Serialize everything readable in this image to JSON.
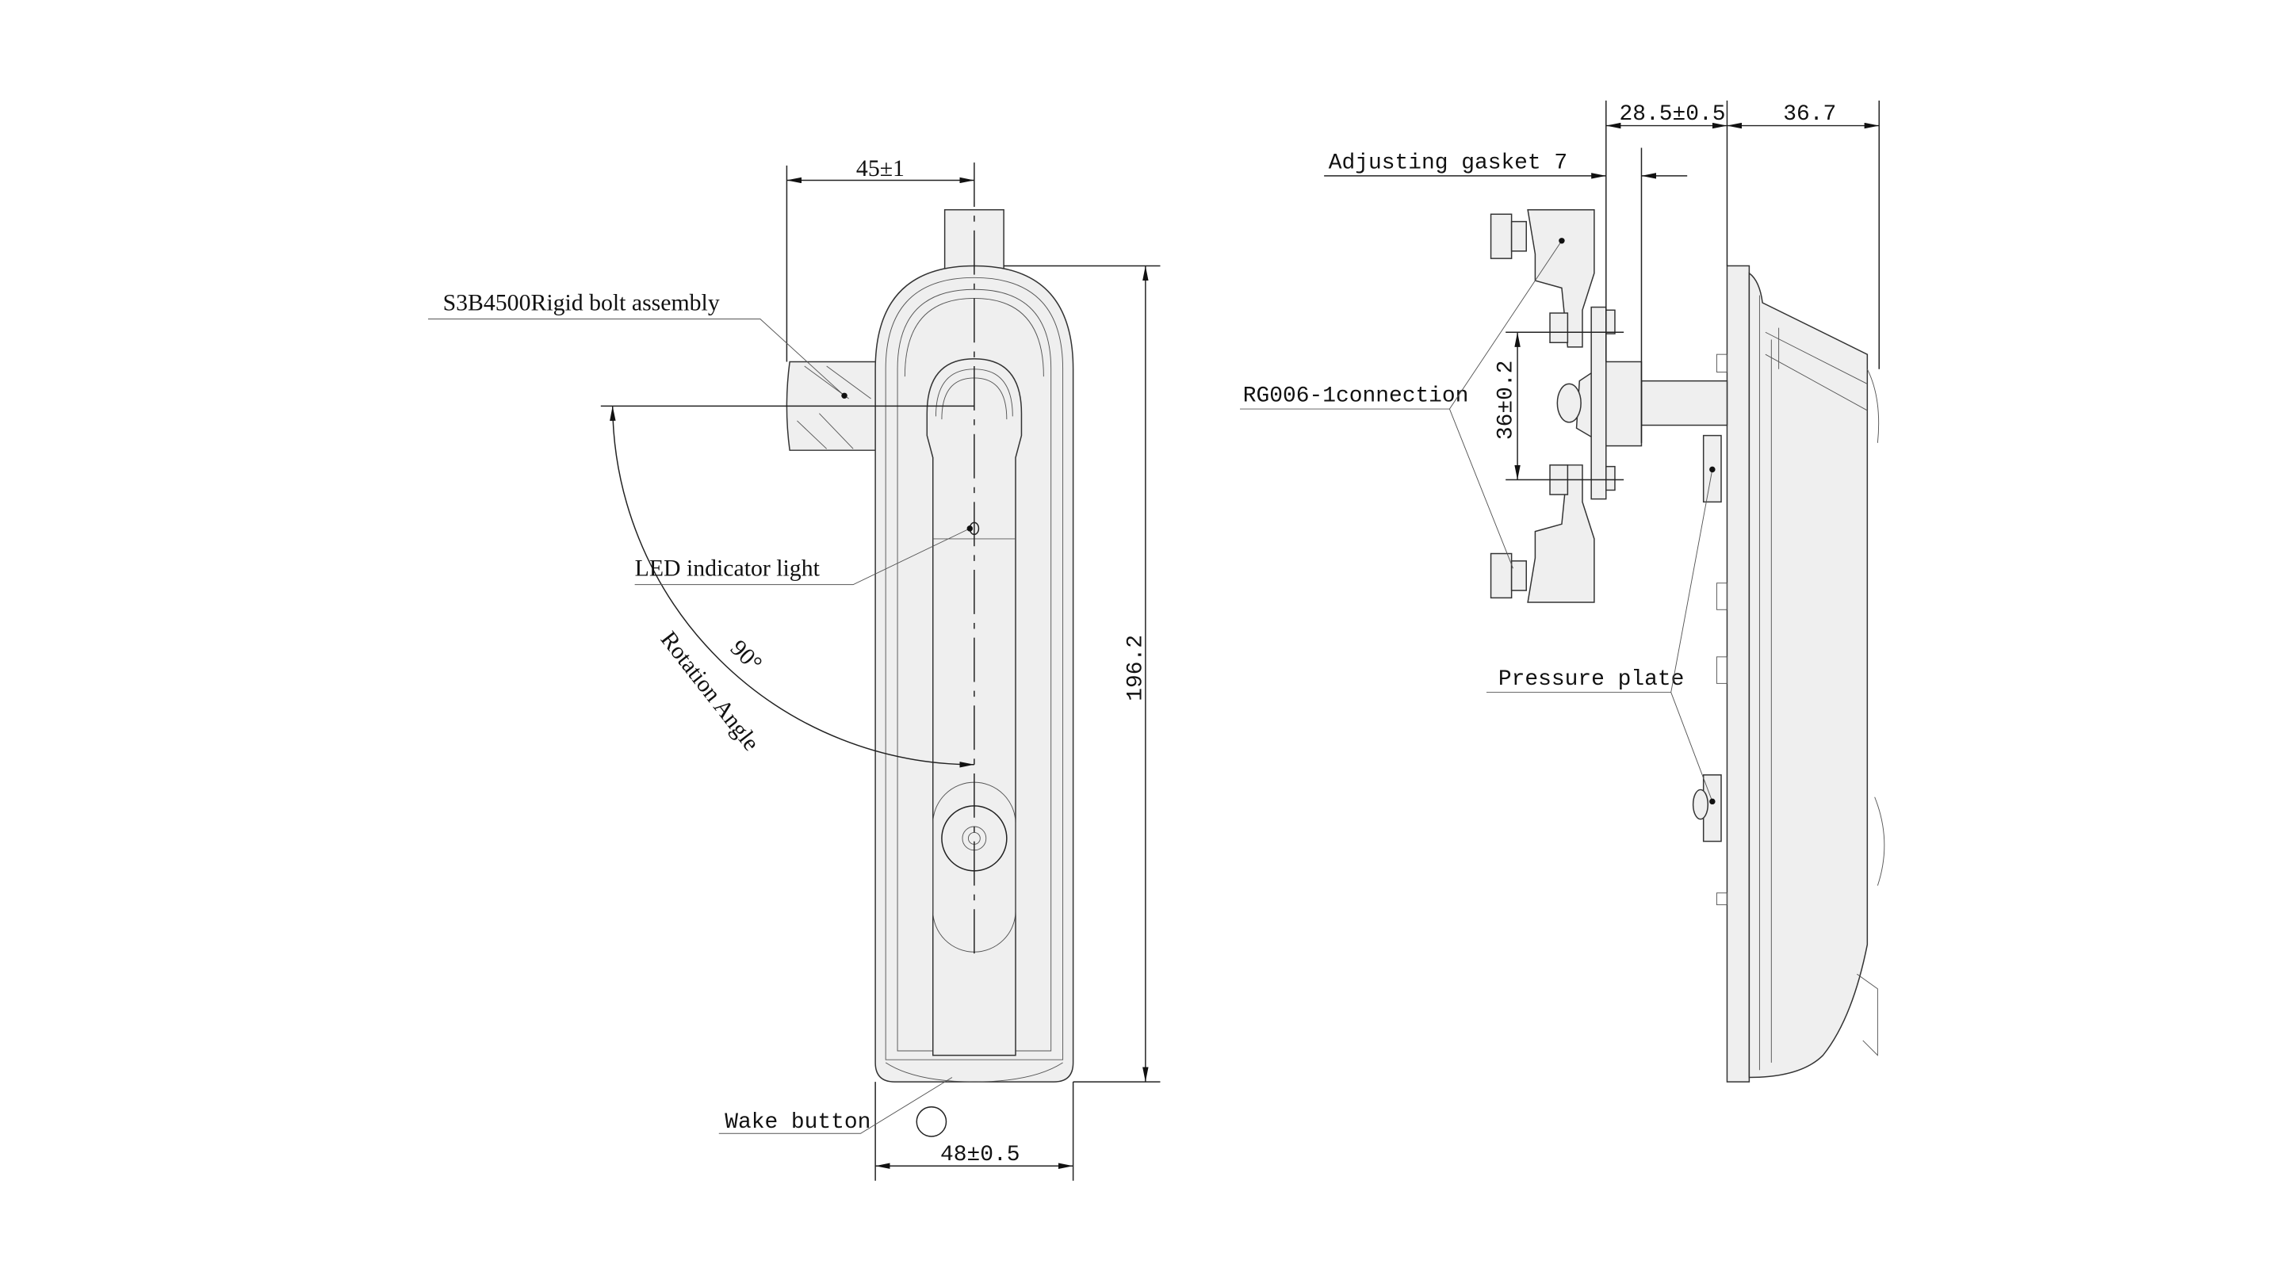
{
  "front_view": {
    "dim_width_top": "45±1",
    "dim_height": "196.2",
    "dim_width_bottom": "48±0.5",
    "label_bolt": "S3B4500Rigid bolt assembly",
    "label_led": "LED indicator light",
    "label_wake": "Wake button",
    "angle_value": "90°",
    "angle_label": "Rotation Angle"
  },
  "side_view": {
    "dim_depth_a": "28.5±0.5",
    "dim_depth_b": "36.7",
    "label_gasket": "Adjusting gasket 7",
    "label_connection": "RG006-1connection",
    "dim_pitch": "36±0.2",
    "label_pressure_plate": "Pressure plate"
  }
}
